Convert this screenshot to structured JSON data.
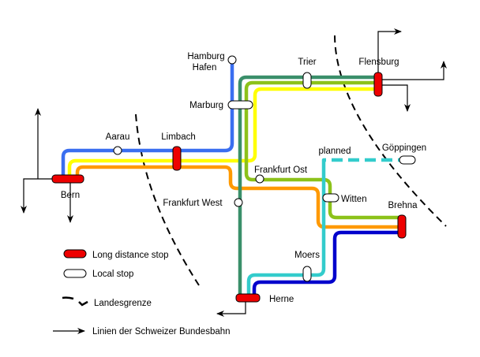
{
  "colors": {
    "blue": "#3a6ef0",
    "yellow": "#ffff00",
    "orange": "#ff9900",
    "light_green": "#8cc21a",
    "dark_green": "#3a8f6a",
    "cyan": "#33cccc",
    "dark_blue": "#0000cc",
    "long_distance_stop": "#ee0000"
  },
  "stations": {
    "hamburg_hafen_line1": "Hamburg",
    "hamburg_hafen_line2": "Hafen",
    "marburg": "Marburg",
    "aarau": "Aarau",
    "limbach": "Limbach",
    "bern": "Bern",
    "frankfurt_west": "Frankfurt West",
    "frankfurt_ost": "Frankfurt Ost",
    "trier": "Trier",
    "flensburg": "Flensburg",
    "goeppingen": "Göppingen",
    "witten": "Witten",
    "brehna": "Brehna",
    "moers": "Moers",
    "herne": "Herne"
  },
  "annotations": {
    "planned": "planned"
  },
  "legend": {
    "long_distance": "Long distance stop",
    "local": "Local stop",
    "border": "Landesgrenze",
    "sbb": "Linien der Schweizer Bundesbahn"
  }
}
